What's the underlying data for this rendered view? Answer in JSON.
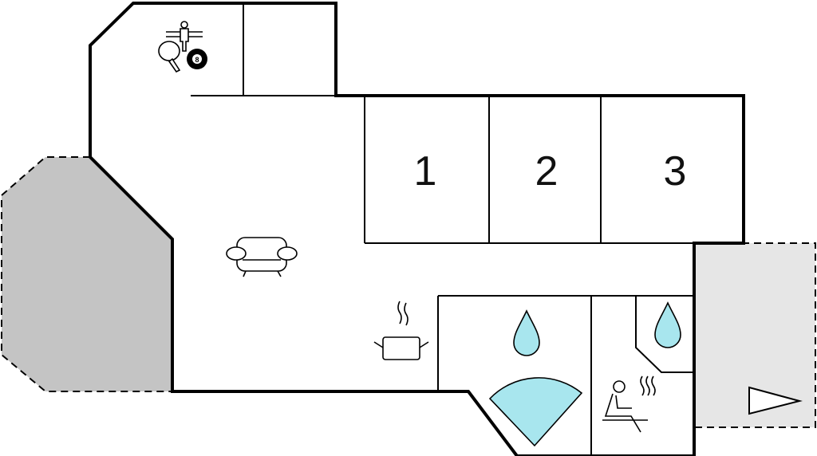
{
  "floorplan": {
    "bedrooms": [
      {
        "number": "1"
      },
      {
        "number": "2"
      },
      {
        "number": "3"
      }
    ],
    "icons": [
      "table-football-icon",
      "table-tennis-icon",
      "billiards-icon",
      "sofa-icon",
      "kitchen-pot-icon",
      "water-drop-icon",
      "shower-icon",
      "sauna-icon"
    ],
    "billiard_ball_label": "8",
    "colors": {
      "wall": "#000000",
      "terrace_dark": "#c4c4c4",
      "terrace_light": "#e6e6e6",
      "water": "#a8e6ee"
    }
  }
}
